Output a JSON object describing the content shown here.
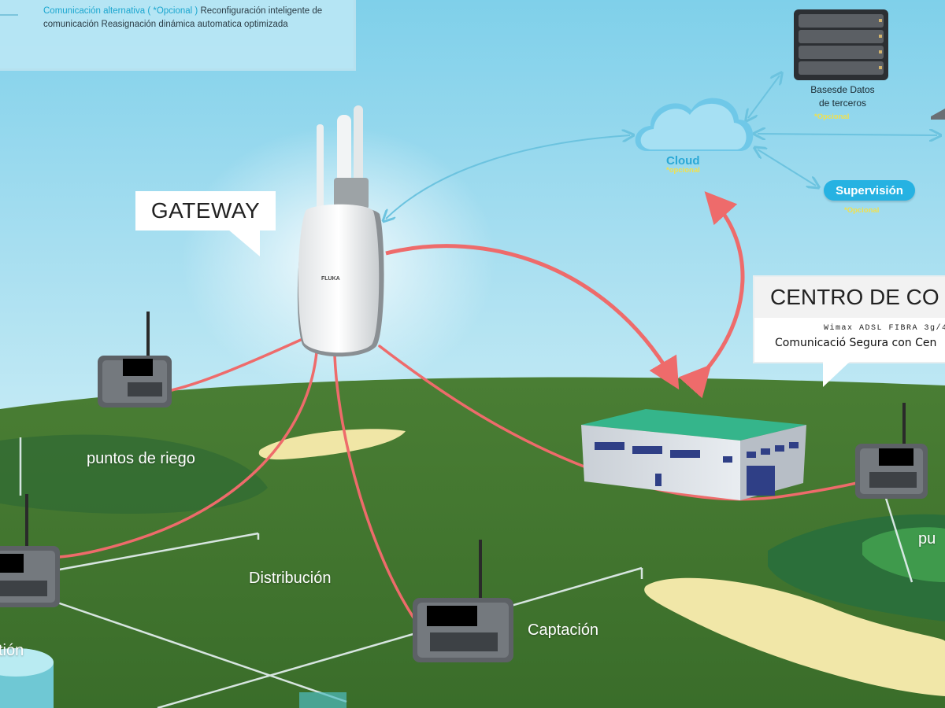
{
  "info_box": {
    "highlight": "Comunicación alternativa (  *Opcional )",
    "text_rest": "Reconfiguración inteligente de comunicación Reasignación dinámica automatica optimizada"
  },
  "gateway": {
    "callout": "GATEWAY",
    "brand": "FLUKA"
  },
  "cloud": {
    "label": "Cloud",
    "optional": "*opcional"
  },
  "database": {
    "label_line1": "Basesde Datos",
    "label_line2": "de terceros",
    "optional": "*Opcional"
  },
  "supervision": {
    "label": "Supervisión",
    "optional": "*Opcional"
  },
  "control_center": {
    "title": "CENTRO DE CO",
    "tech_line": "Wimax ADSL FIBRA 3g/4",
    "comm_line": "Comunicació Segura con Cen"
  },
  "field_labels": {
    "irrigation_points": "puntos de riego",
    "distribution": "Distribución",
    "capture": "Captación",
    "left_partial": "tión",
    "right_partial": "pu"
  },
  "colors": {
    "sky_top": "#7fd0ea",
    "sky_bottom": "#c6ebf5",
    "grass": "#3f7a2f",
    "link_red": "#ee6b6b",
    "link_blue": "#5fc0de",
    "roof": "#33b58a"
  }
}
